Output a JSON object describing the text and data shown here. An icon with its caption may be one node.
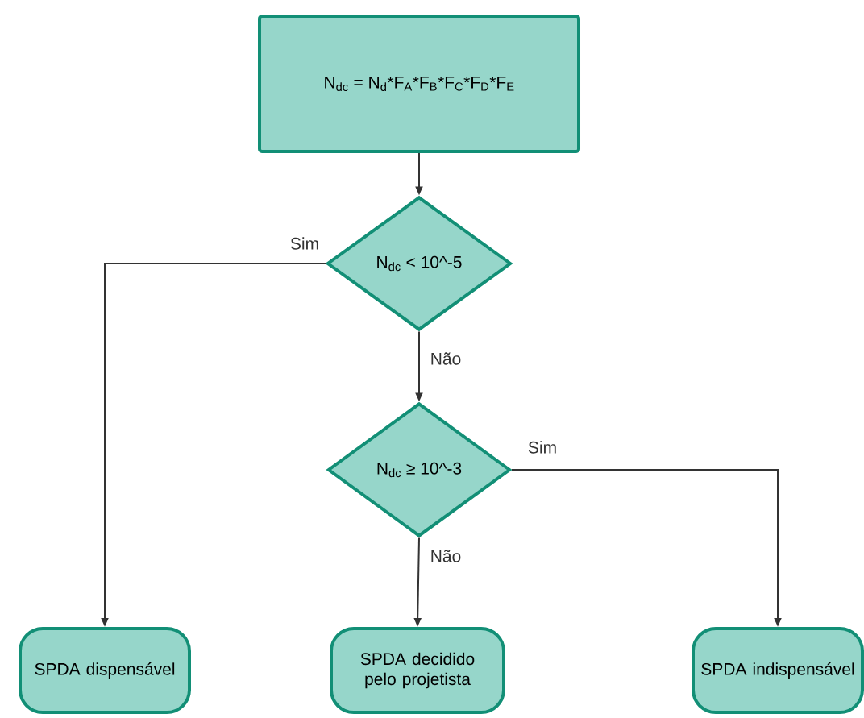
{
  "diagram": {
    "nodes": [
      {
        "text": [
          "N$_{dc}$ = N$_{d}$*F$_{A}$*F$_{B}$*F$_{C}$*F$_{D}$*F$_{E}$"
        ]
      },
      {
        "text": [
          "N$_{dc}$ < 10^-5"
        ]
      },
      {
        "text": [
          "N$_{dc}$ ≥  10^-3"
        ]
      },
      {
        "text": [
          "SPDA dispensável"
        ]
      },
      {
        "text": [
          "SPDA decidido pelo projetista"
        ]
      },
      {
        "text": [
          "SPDA indispensável"
        ]
      }
    ],
    "edges": [
      {
        "from": 0,
        "to": 1,
        "arrow": "to"
      },
      {
        "from": 1,
        "to": 3,
        "arrow": "to",
        "label": "Sim"
      },
      {
        "from": 1,
        "to": 2,
        "arrow": "to",
        "label": "Não"
      },
      {
        "from": 2,
        "to": 4,
        "arrow": "to",
        "label": "Não"
      },
      {
        "from": 2,
        "to": 5,
        "arrow": "to",
        "label": "Sim"
      }
    ]
  }
}
